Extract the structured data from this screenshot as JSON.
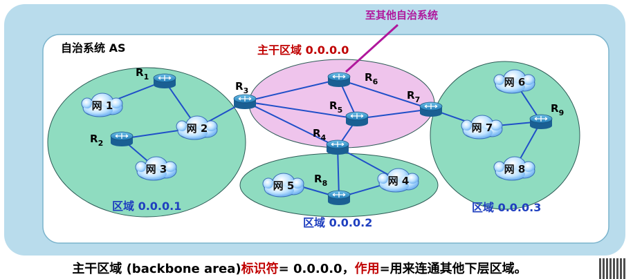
{
  "as": {
    "label": "自治系统 AS"
  },
  "other_as": {
    "label": "至其他自治系统"
  },
  "areas": {
    "backbone": "主干区域 0.0.0.0",
    "area1": "区域 0.0.0.1",
    "area2": "区域 0.0.0.2",
    "area3": "区域 0.0.0.3"
  },
  "routers": [
    {
      "id": "r1",
      "letter": "R",
      "sub": "1"
    },
    {
      "id": "r2",
      "letter": "R",
      "sub": "2"
    },
    {
      "id": "r3",
      "letter": "R",
      "sub": "3"
    },
    {
      "id": "r4",
      "letter": "R",
      "sub": "4"
    },
    {
      "id": "r5",
      "letter": "R",
      "sub": "5"
    },
    {
      "id": "r6",
      "letter": "R",
      "sub": "6"
    },
    {
      "id": "r7",
      "letter": "R",
      "sub": "7"
    },
    {
      "id": "r8",
      "letter": "R",
      "sub": "8"
    },
    {
      "id": "r9",
      "letter": "R",
      "sub": "9"
    }
  ],
  "networks": [
    {
      "id": "n1",
      "label": "网 1"
    },
    {
      "id": "n2",
      "label": "网 2"
    },
    {
      "id": "n3",
      "label": "网 3"
    },
    {
      "id": "n4",
      "label": "网 4"
    },
    {
      "id": "n5",
      "label": "网 5"
    },
    {
      "id": "n6",
      "label": "网 6"
    },
    {
      "id": "n7",
      "label": "网 7"
    },
    {
      "id": "n8",
      "label": "网 8"
    }
  ],
  "caption": {
    "part1": "主干区域 (backbone area) ",
    "part2": "标识符",
    "part3": "= 0.0.0.0，",
    "part4": "作用",
    "part5": "=用来连通其他下层区域。"
  },
  "colors": {
    "outer_frame": "#b9dcec",
    "area_fill": "#8fdcc0",
    "backbone_fill": "#efc4ec",
    "area_label": "#1f3fbf",
    "backbone_label": "#c00000",
    "other_as_label": "#b0179c",
    "link": "#1f4fc8",
    "router": "#2f8ec9"
  }
}
